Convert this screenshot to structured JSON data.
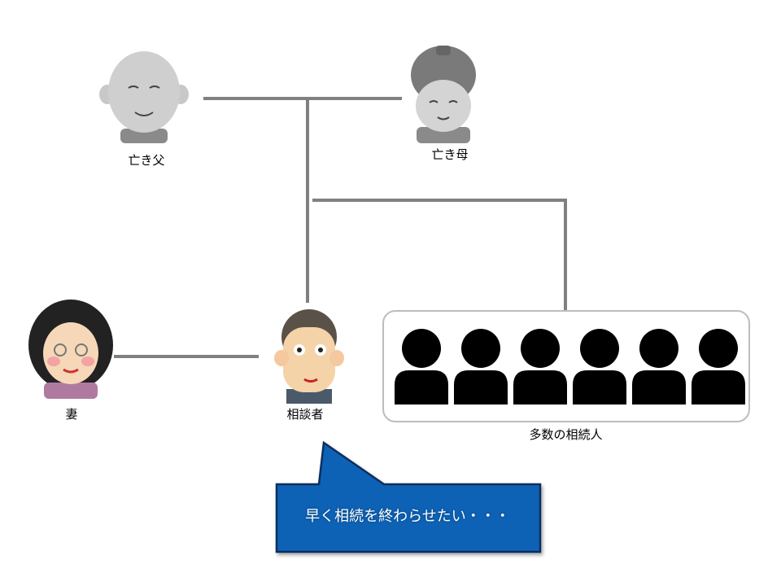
{
  "people": {
    "father": {
      "label": "亡き父"
    },
    "mother": {
      "label": "亡き母"
    },
    "wife": {
      "label": "妻"
    },
    "client": {
      "label": "相談者"
    },
    "heirs": {
      "label": "多数の相続人",
      "count": 6
    }
  },
  "callout": {
    "text": "早く相続を終わらせたい・・・",
    "fill": "#0e62b6",
    "border": "#0b2f5e"
  },
  "colors": {
    "line": "#808080",
    "heir_icon": "#000000",
    "box_border": "#bdbdbd"
  }
}
